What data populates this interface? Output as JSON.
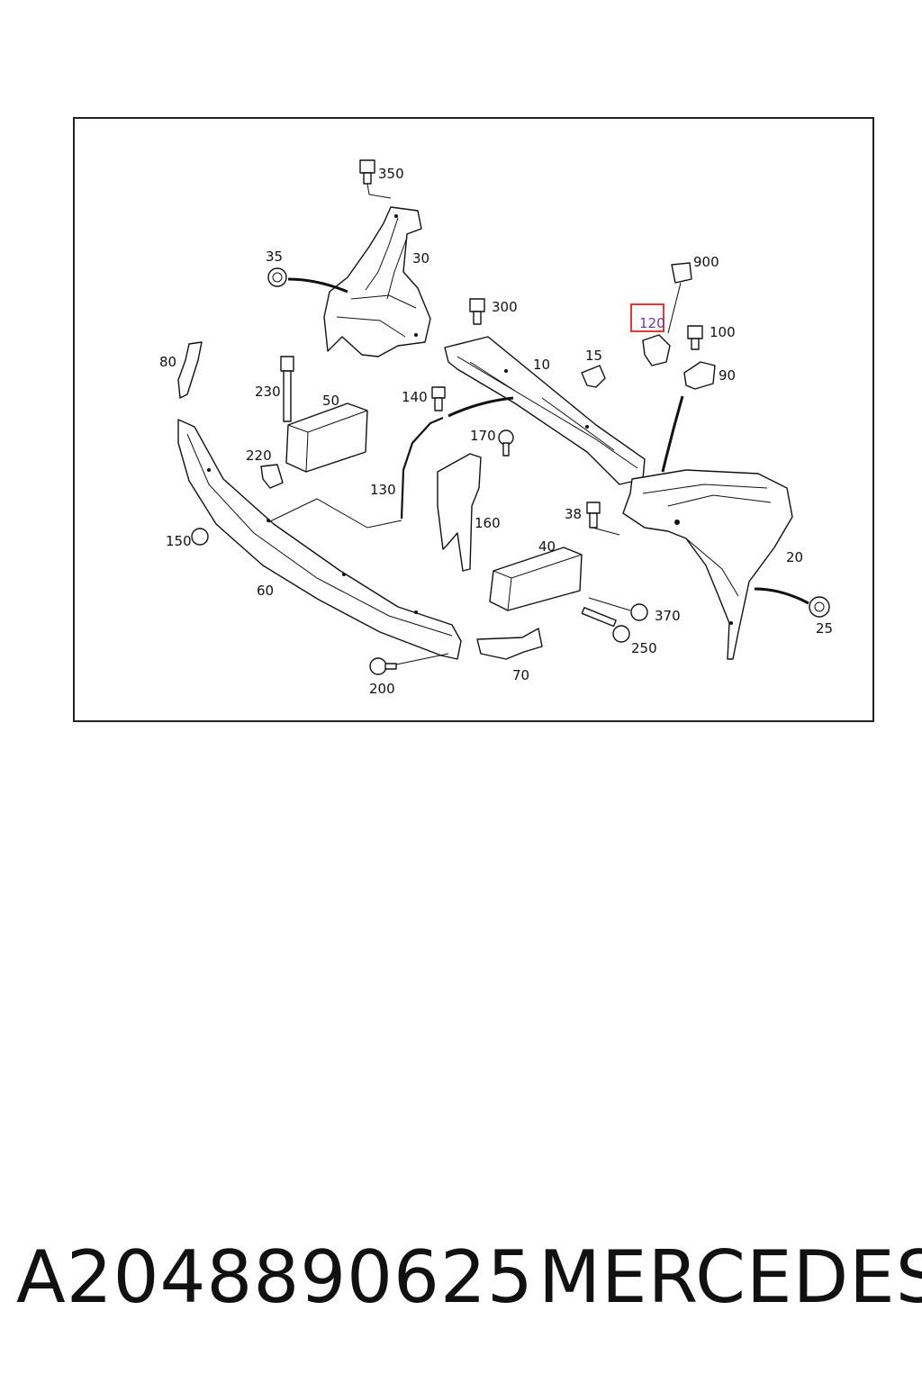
{
  "diagram": {
    "callouts": {
      "c10": "10",
      "c15": "15",
      "c20": "20",
      "c25": "25",
      "c30": "30",
      "c35": "35",
      "c38": "38",
      "c40": "40",
      "c50": "50",
      "c60": "60",
      "c70": "70",
      "c80": "80",
      "c90": "90",
      "c100": "100",
      "c120": "120",
      "c130": "130",
      "c140": "140",
      "c150": "150",
      "c160": "160",
      "c170": "170",
      "c200": "200",
      "c220": "220",
      "c230": "230",
      "c250": "250",
      "c300": "300",
      "c350": "350",
      "c370": "370",
      "c900": "900"
    },
    "highlighted_callout": "120",
    "highlight_color": "#e02020"
  },
  "footer": {
    "part_number": "A2048890625",
    "brand": "MERCEDES"
  }
}
